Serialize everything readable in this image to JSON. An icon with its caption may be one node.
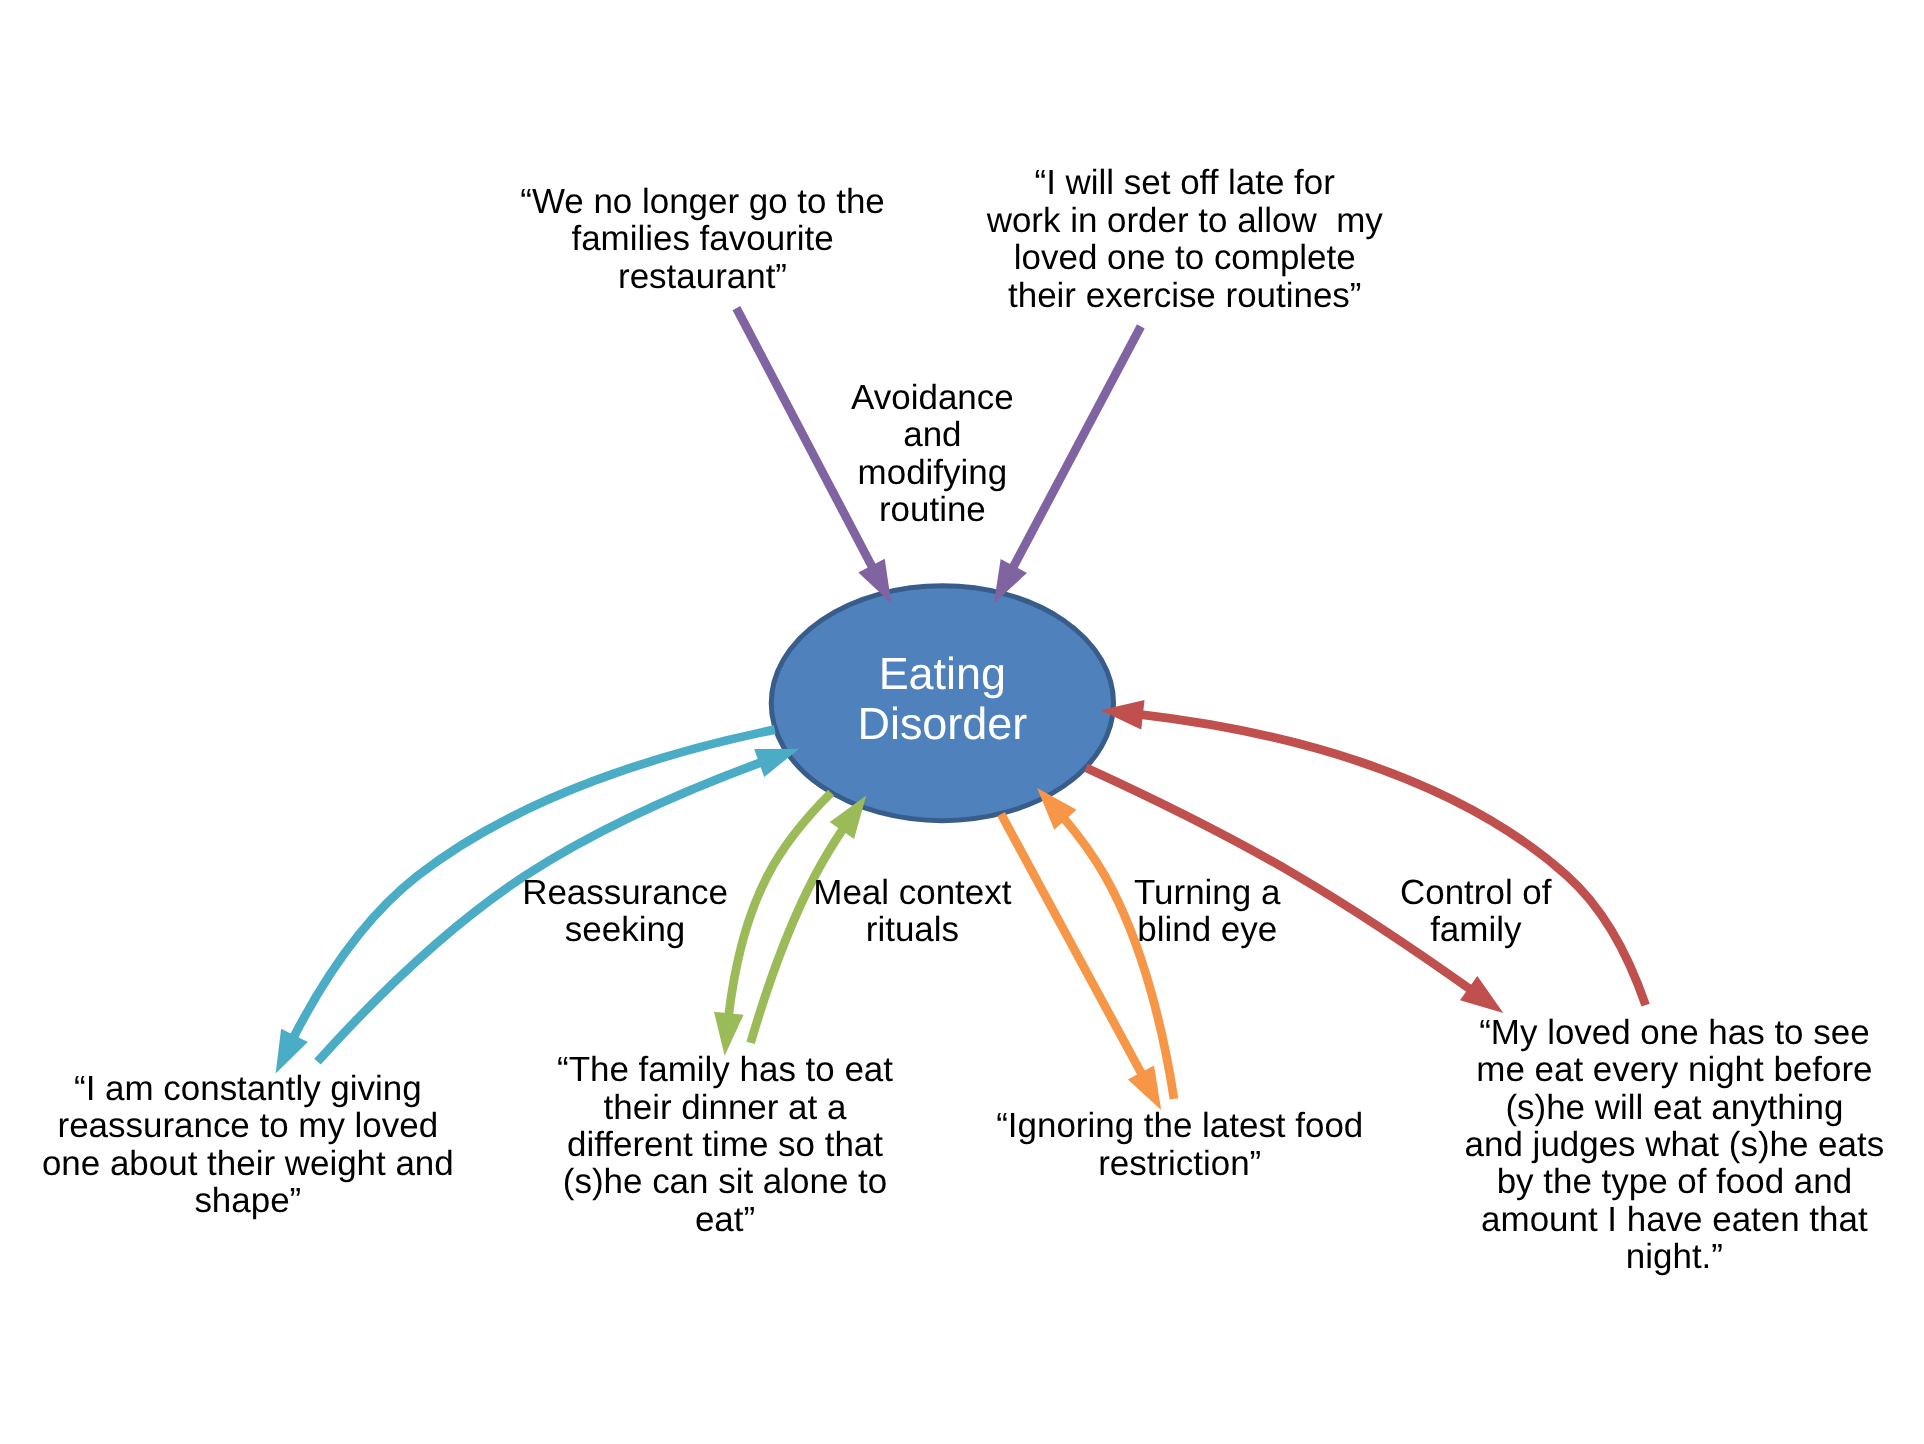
{
  "diagram": {
    "nodes": [
      {
        "text": [
          "“We no longer go to the families favourite restaurant”"
        ]
      },
      {
        "text": [
          "“I will set off late for work in order to allow  my loved one to complete their exercise routines”"
        ]
      },
      {
        "text": [
          "“I am constantly giving reassurance to my loved one about their weight and shape”"
        ]
      },
      {
        "text": [
          "“The family has to eat their dinner at a different time so that (s)he can sit alone to eat”"
        ]
      },
      {
        "text": [
          "Eating Disorder"
        ]
      },
      {
        "text": [
          "“Ignoring the latest food restriction”"
        ]
      },
      {
        "text": [
          "“My loved one has to see me eat every night before (s)he will eat anything and judges what (s)he eats by the type of food and amount I have eaten that night.”"
        ]
      }
    ],
    "edges": [
      {
        "from": 0,
        "to": 4,
        "arrow": "to",
        "label": "Avoidance and modifying routine",
        "color": "#8064a2"
      },
      {
        "from": 1,
        "to": 4,
        "arrow": "to",
        "color": "#8064a2"
      },
      {
        "from": 2,
        "to": 4,
        "arrow": "to",
        "label": "Reassurance seeking",
        "color": "#4bacc6"
      },
      {
        "from": 4,
        "to": 2,
        "arrow": "to",
        "color": "#4bacc6"
      },
      {
        "from": 3,
        "to": 4,
        "arrow": "to",
        "label": "Meal context rituals",
        "color": "#9bbb59"
      },
      {
        "from": 4,
        "to": 3,
        "arrow": "to",
        "color": "#9bbb59"
      },
      {
        "from": 5,
        "to": 4,
        "arrow": "to",
        "label": "Turning a blind eye",
        "color": "#f79646"
      },
      {
        "from": 4,
        "to": 5,
        "arrow": "to",
        "color": "#f79646"
      },
      {
        "from": 4,
        "to": 6,
        "arrow": "to",
        "label": "Control of family",
        "color": "#c0504d"
      },
      {
        "from": 6,
        "to": 4,
        "arrow": "to",
        "color": "#c0504d"
      }
    ]
  }
}
